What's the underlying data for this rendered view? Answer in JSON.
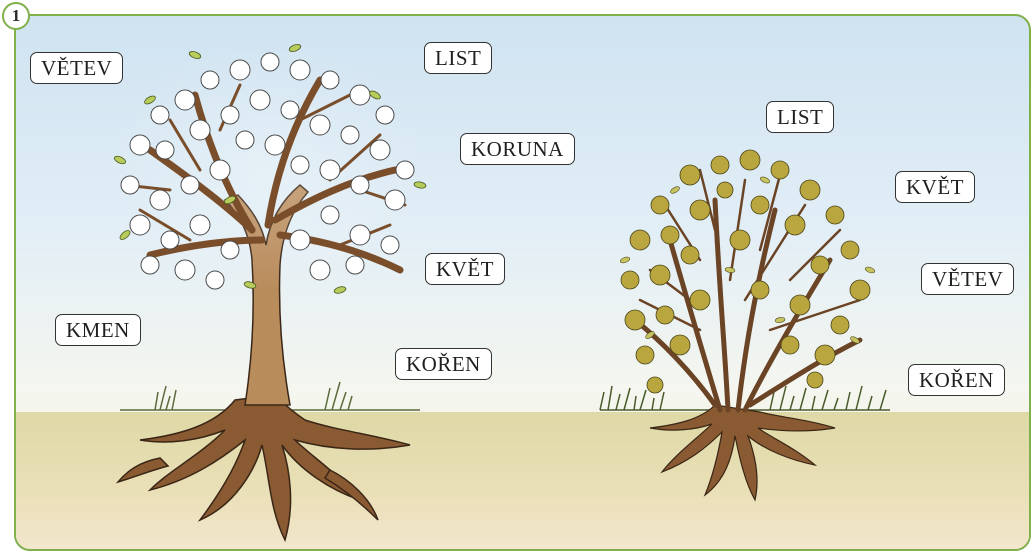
{
  "exercise": {
    "number": "1"
  },
  "labels": {
    "left_tree": {
      "vetev": "VĚTEV",
      "list": "LIST",
      "koruna": "KORUNA",
      "kvet": "KVĚT",
      "kmen": "KMEN",
      "koren": "KOŘEN"
    },
    "right_shrub": {
      "list": "LIST",
      "kvet": "KVĚT",
      "vetev": "VĚTEV",
      "koren": "KOŘEN"
    }
  },
  "colors": {
    "frame": "#7fb04a",
    "sky": "#cfe3f1",
    "ground": "#ded9a6",
    "trunk": "#b98c5c",
    "blossom": "#ffffff",
    "leaf_light": "#b8cc5c",
    "leaf_dark": "#a69a3a"
  }
}
